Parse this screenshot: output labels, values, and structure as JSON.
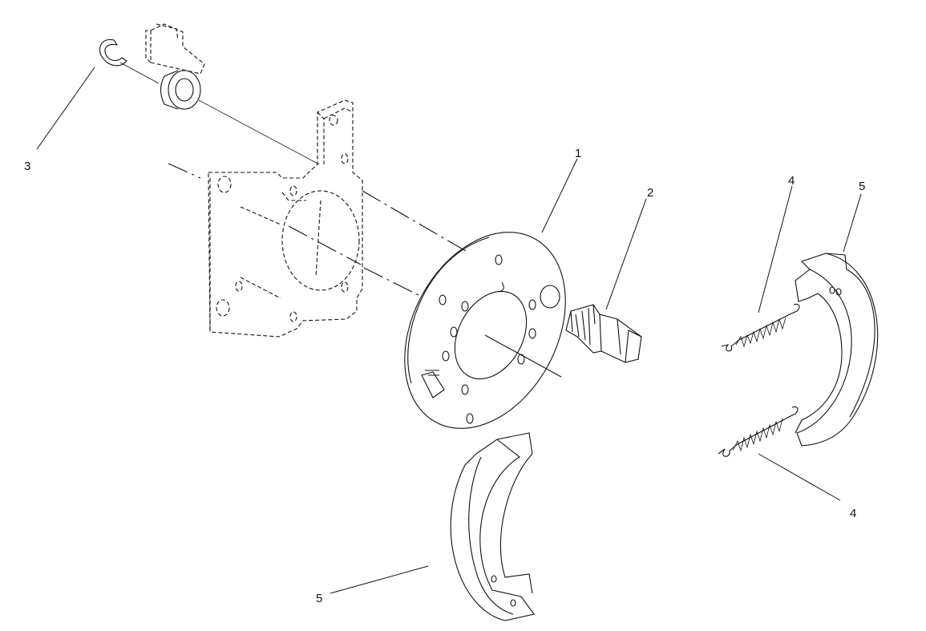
{
  "callouts": {
    "backing_plate": "1",
    "cam_shaft": "2",
    "retaining_ring": "3",
    "spring_upper": "4",
    "spring_lower": "4",
    "shoe_right": "5",
    "shoe_bottom": "5"
  },
  "colors": {
    "line": "#111111",
    "background": "#ffffff"
  }
}
